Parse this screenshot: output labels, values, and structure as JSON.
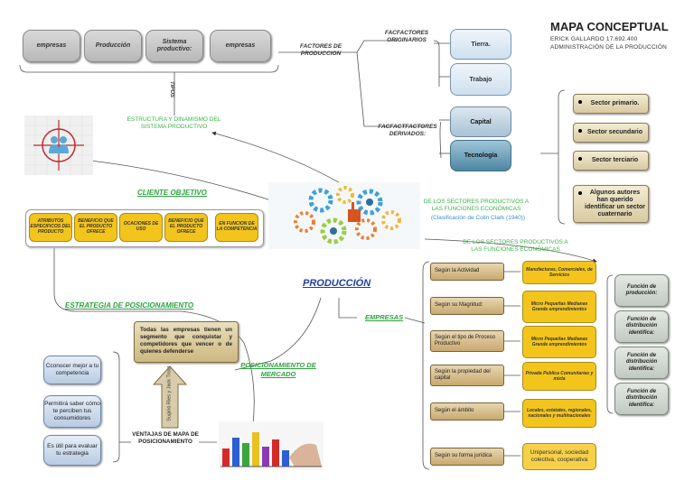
{
  "header": {
    "title": "MAPA CONCEPTUAL",
    "author": "ERICK GALLARDO 17.692.400",
    "subject": "ADMINISTRACIÓN DE LA PRODUCCIÓN"
  },
  "top_boxes": [
    "empresas",
    "Producción",
    "Sistema productivo:",
    "empresas"
  ],
  "tipos_label": "TIPOS",
  "factores_label": "FACTORES DE PRODUCCION",
  "originarios_label": "FACFACTORES ORIGINARIOS",
  "derivados_label": "FACFACTFACTORES DERIVADOS:",
  "factor_boxes": [
    "Tierra.",
    "Trabajo",
    "Capital",
    "Tecnología"
  ],
  "sectors": [
    "Sector primario.",
    "Sector secundario",
    "Sector terciario",
    "Algunos autores han querido identificar un sector cuaternario"
  ],
  "estructura_label": "ESTRUCTURA Y DINAMISMO DEL SISTEMA PRODUCTIVO",
  "sectores_label_1": "DE LOS SECTORES PRODUCTIVOS A LAS FUNCIONES ECONÓMICAS",
  "clark_label": "(Clasificación de Colin Clark (1940))",
  "sectores_label_2": "DE LOS SECTORES PRODUCTIVOS A LAS FUNCIONES ECONÓMICAS",
  "cliente_objetivo": "CLIENTE OBJETIVO",
  "cliente_boxes": [
    "ATRIBUTOS ESPECIFICOS DEL PRODUCTO",
    "BENEFICIO QUE EL PRODUCTO OFRECE",
    "OCACIONES DE USO",
    "BENEFICIO QUE EL PRODUCTO OFRECE",
    "EN FUNCION DE LA COMPETENCIA"
  ],
  "produccion_title": "PRODUCCIÓN",
  "estrategia_label": "ESTRATEGIA DE POSICIONAMIENTO",
  "empresas_label": "EMPRESAS",
  "posicionamiento_label": "POSICIONAMIENTO DE MERCADO",
  "segmento_text": "Todas las empresas tienen un segmento que conquistar y competidores que vencer o de quienes defenderse",
  "arrow_text": "Sugirió Ries y Jack Trout",
  "ventajas_label": "VENTAJAS DE MAPA DE POSICIONAMIENTO",
  "ventajas_boxes": [
    "Cconocer mejor a tu competencia",
    "Permitirá saber cómo te perciben tus consumidores",
    "Es útil para evaluar tu estrategia"
  ],
  "criteria": [
    {
      "label": "Según la Actividad",
      "detail": "Manufacturas, Comerciales, de Servicios"
    },
    {
      "label": "Según su Magnitud:",
      "detail": "Micro Pequeñas Medianas Grande emprendimientos"
    },
    {
      "label": "Según el tipo de Proceso Productivo",
      "detail": "Micro Pequeñas Medianas Grande emprendimientos"
    },
    {
      "label": "Según la propiedad del capital",
      "detail": "Privada Publica Comunitarias y mixta"
    },
    {
      "label": "Según el ámbito",
      "detail": "Locales, estatales, regionales, nacionales y multinacionales"
    },
    {
      "label": "Según su forma jurídica",
      "detail": "Unipersonal, sociedad colectiva, cooperativa"
    }
  ],
  "functions": [
    "Función de producción:",
    "Función de distribución identifica:",
    "Función de distribución identifica:",
    "Función de distribución identifica:"
  ],
  "colors": {
    "yellow": "#f3c51c",
    "green": "#3bb54a",
    "blue_title": "#1f3ea8"
  },
  "icons": [
    "target-people-icon",
    "gears-production-image",
    "bar-chart-hands-image"
  ]
}
